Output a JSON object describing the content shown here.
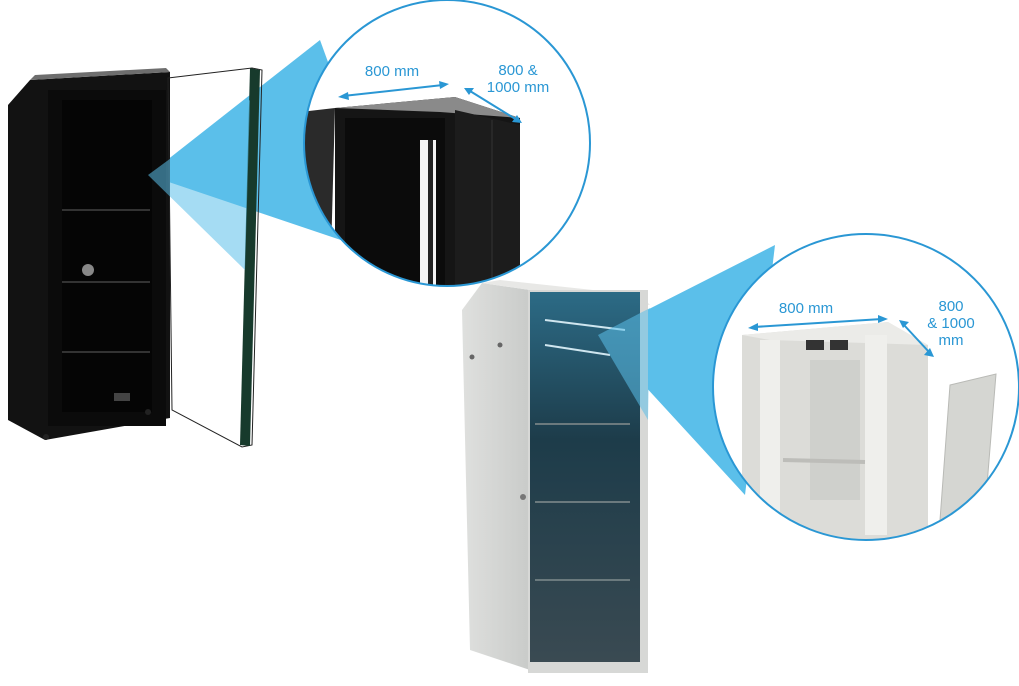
{
  "image": {
    "description": "Two server rack cabinets with magnified callouts showing dimensions",
    "accent_color": "#2a97d4",
    "callout_fill": "#5bbfea"
  },
  "cabinet_black": {
    "color": "black",
    "callout": {
      "width_label": "800 mm",
      "depth_label": "800 &\n1000 mm"
    }
  },
  "cabinet_grey": {
    "color": "light grey",
    "callout": {
      "width_label": "800 mm",
      "depth_label": "800\n& 1000\nmm"
    }
  }
}
